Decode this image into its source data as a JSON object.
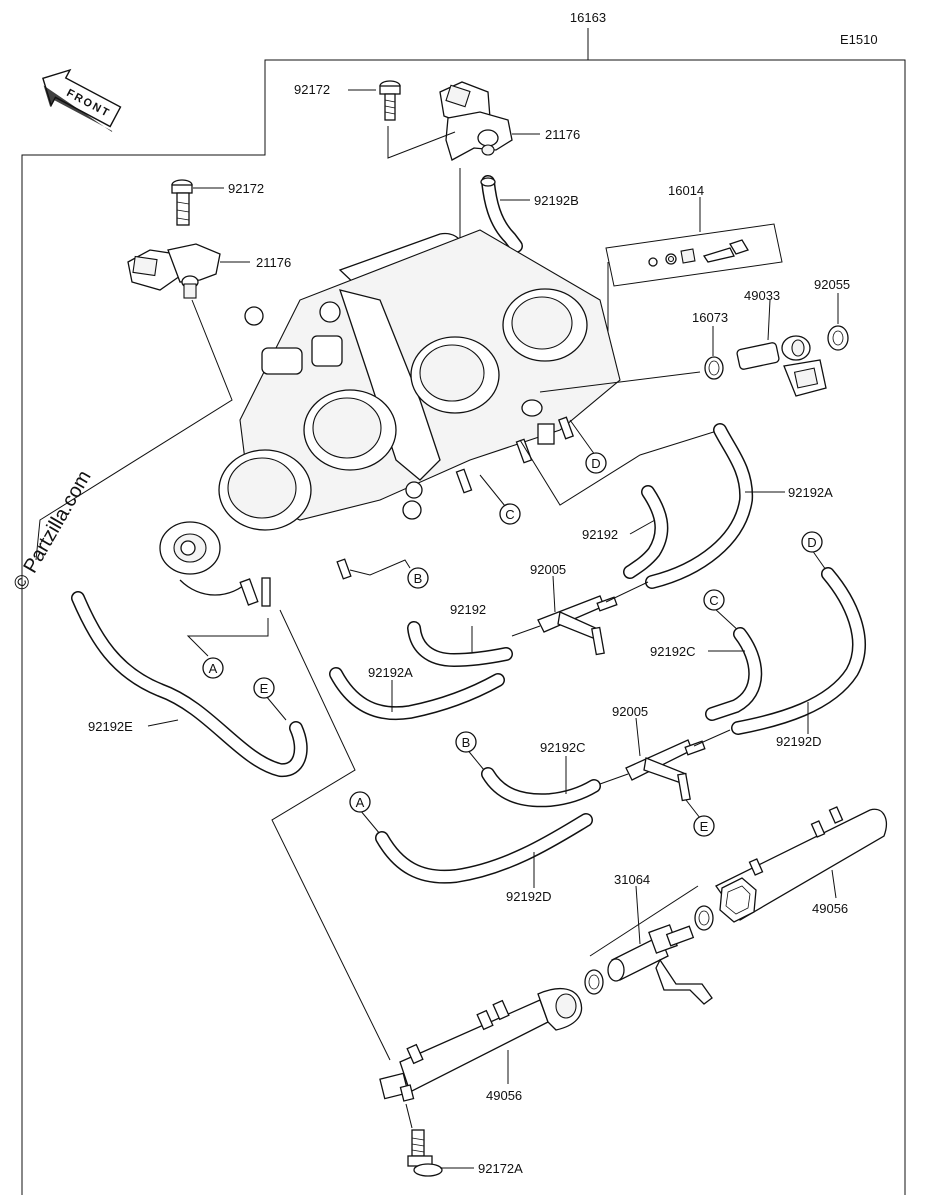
{
  "diagram": {
    "assembly_number": "16163",
    "diagram_code": "E1510",
    "direction_label": "FRONT",
    "watermark": "© Partzilla.com",
    "callouts": {
      "bolt_top": "92172",
      "sensor_top": "21176",
      "hose_top": "92192B",
      "kit": "16014",
      "bolt_left": "92172",
      "sensor_left": "21176",
      "washer_small": "16073",
      "injector": "49033",
      "oring": "92055",
      "hose_a_right": "92192A",
      "hose_mid": "92192",
      "tee_upper": "92005",
      "hose_lower": "92192",
      "hose_a_left": "92192A",
      "hose_c": "92192C",
      "hose_e": "92192E",
      "tee_lower": "92005",
      "hose_c_lower": "92192C",
      "hose_d_right": "92192D",
      "hose_d_lower": "92192D",
      "joint": "31064",
      "rail_right": "49056",
      "rail_left": "49056",
      "bolt_bottom": "92172A"
    },
    "connectors": {
      "d_top": "D",
      "c_top": "C",
      "b_top": "B",
      "a_top": "A",
      "e_top": "E",
      "d_hose": "D",
      "c_hose": "C",
      "b_hose": "B",
      "e_tee": "E",
      "a_hose": "A"
    }
  }
}
